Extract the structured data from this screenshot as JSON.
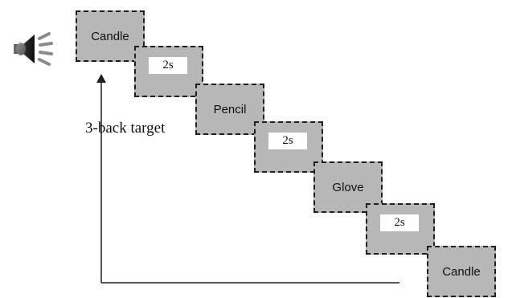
{
  "sequence": {
    "items": [
      {
        "kind": "word",
        "text": "Candle"
      },
      {
        "kind": "delay",
        "text": "2s"
      },
      {
        "kind": "word",
        "text": "Pencil"
      },
      {
        "kind": "delay",
        "text": "2s"
      },
      {
        "kind": "word",
        "text": "Glove"
      },
      {
        "kind": "delay",
        "text": "2s"
      },
      {
        "kind": "word",
        "text": "Candle"
      }
    ]
  },
  "annotation": {
    "label": "3-back target"
  },
  "audio": {
    "icon": "speaker-icon"
  },
  "colors": {
    "box_fill": "#b7b7b7",
    "border": "#1f1f1f",
    "chip_fill": "#ffffff",
    "text": "#111111"
  }
}
